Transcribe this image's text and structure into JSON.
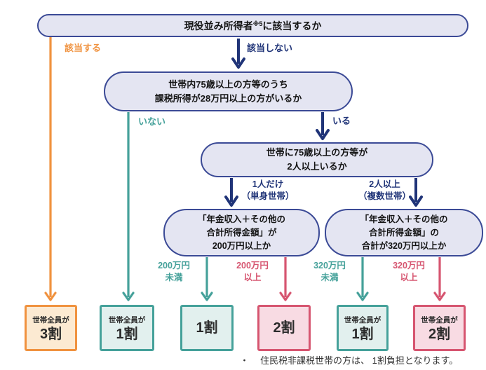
{
  "colors": {
    "node_border": "#3B4A96",
    "node_fill": "#E4E5F2",
    "navy": "#203478",
    "orange": "#F0923F",
    "orange_fill": "#FCEAD2",
    "teal": "#45A19A",
    "teal_fill": "#E2F0EE",
    "pink": "#D65570",
    "pink_fill": "#F8DBE3"
  },
  "questions": {
    "q1": {
      "prefix": "現役並み所得者",
      "sup": "※5",
      "suffix": "に該当するか"
    },
    "q2": {
      "lines": [
        "世帯内75歳以上の方等のうち",
        "課税所得が28万円以上の方がいるか"
      ]
    },
    "q3": {
      "lines": [
        "世帯に75歳以上の方等が",
        "2人以上いるか"
      ]
    },
    "q4": {
      "lines": [
        "「年金収入＋その他の",
        "合計所得金額」が",
        "200万円以上か"
      ]
    },
    "q5": {
      "lines": [
        "「年金収入＋その他の",
        "合計所得金額」の",
        "合計が320万円以上か"
      ]
    }
  },
  "branch_labels": {
    "q1_yes": "該当する",
    "q1_no": "該当しない",
    "q2_no": "いない",
    "q2_yes": "いる",
    "q3_one": {
      "lines": [
        "1人だけ",
        "（単身世帯）"
      ]
    },
    "q3_two": {
      "lines": [
        "2人以上",
        "（複数世帯）"
      ]
    },
    "q4_under": {
      "lines": [
        "200万円",
        "未満"
      ]
    },
    "q4_over": {
      "lines": [
        "200万円",
        "以上"
      ]
    },
    "q5_under": {
      "lines": [
        "320万円",
        "未満"
      ]
    },
    "q5_over": {
      "lines": [
        "320万円",
        "以上"
      ]
    }
  },
  "results": [
    {
      "sub": "世帯全員が",
      "main": "3割",
      "color": "orange"
    },
    {
      "sub": "世帯全員が",
      "main": "1割",
      "color": "teal"
    },
    {
      "main": "1割",
      "color": "teal"
    },
    {
      "main": "2割",
      "color": "pink"
    },
    {
      "sub": "世帯全員が",
      "main": "1割",
      "color": "teal"
    },
    {
      "sub": "世帯全員が",
      "main": "2割",
      "color": "pink"
    }
  ],
  "footnote": {
    "bullet": "・",
    "text": "住民税非課税世帯の方は、 1割負担となります。"
  }
}
